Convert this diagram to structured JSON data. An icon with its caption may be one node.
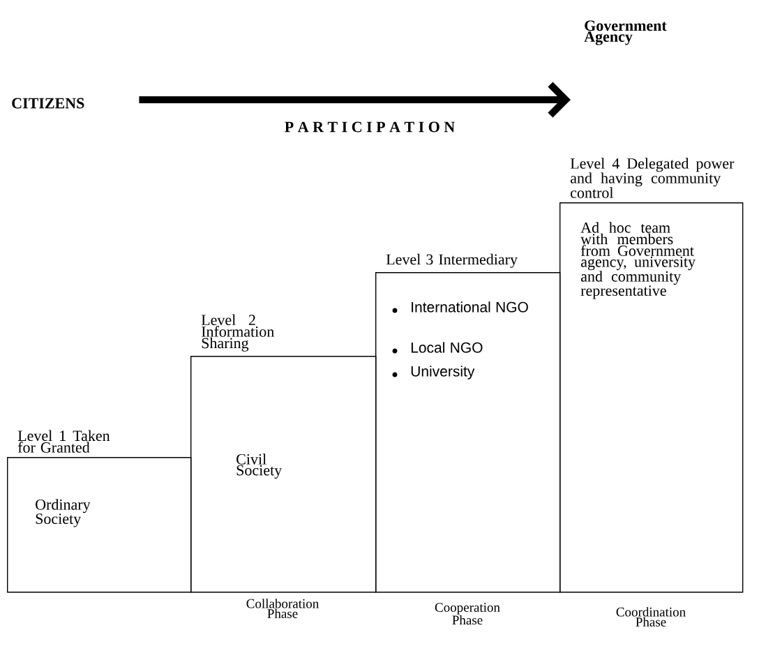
{
  "diagram": {
    "nodes": [
      {
        "text": [
          "CITIZENS"
        ]
      },
      {
        "text": [
          "Government Agency"
        ]
      },
      {
        "text": [
          "Level 1 Taken for Granted",
          "Ordinary Society"
        ]
      },
      {
        "text": [
          "Level 2 Information Sharing",
          "Civil Society"
        ],
        "beside": [
          "Collaboration Phase"
        ]
      },
      {
        "text": [
          "Level 3 Intermediary",
          "International NGO",
          "Local NGO",
          "University"
        ],
        "beside": [
          "Cooperation Phase"
        ]
      },
      {
        "text": [
          "Level 4 Delegated power and having community control",
          "Ad hoc team with members from Government agency, university and community representative"
        ],
        "beside": [
          "Coordination Phase"
        ]
      }
    ],
    "edges": [
      {
        "from": 0,
        "to": 1,
        "arrow": "to",
        "label": "P A R T I C I P A T I O N"
      }
    ]
  }
}
